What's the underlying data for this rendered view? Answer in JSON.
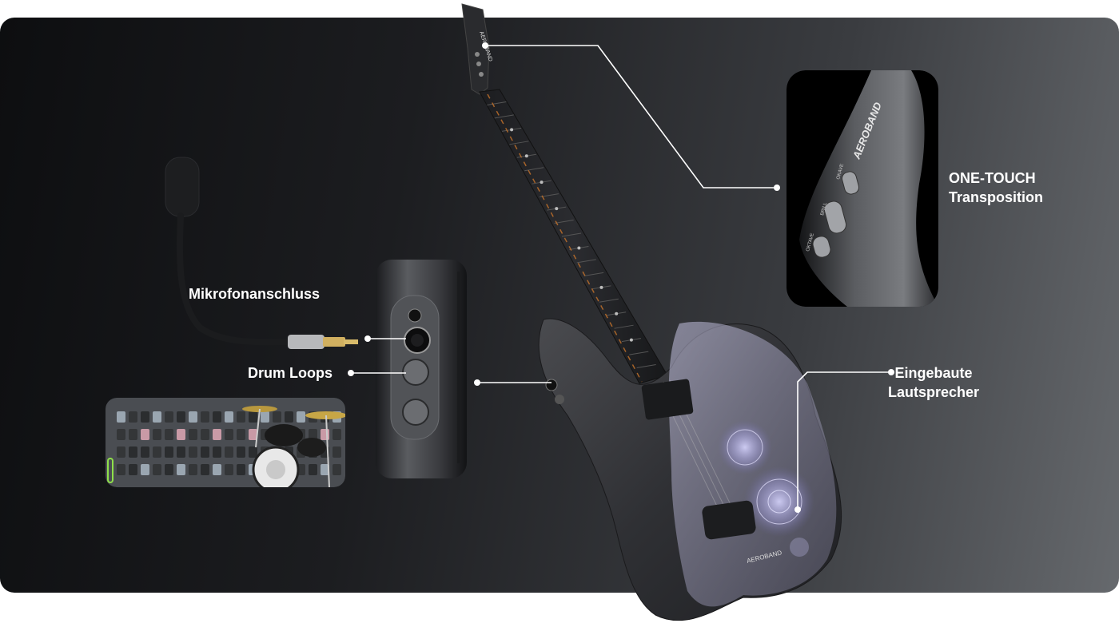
{
  "callouts": {
    "transposition": {
      "line1": "ONE-TOUCH",
      "line2": "Transposition"
    },
    "speakers": {
      "line1": "Eingebaute",
      "line2": "Lautsprecher"
    },
    "microphone": "Mikrofonanschluss",
    "drum_loops": "Drum Loops"
  },
  "brand": {
    "headstock_logo": "AEROBAND",
    "body_logo": "AEROBAND",
    "closeup_logo": "AEROBAND"
  },
  "closeup_buttons": [
    "OKAVE",
    "BRILL",
    "OKTAVE"
  ],
  "colors": {
    "panel_dark": "#0d0e10",
    "panel_light": "#66696d",
    "callout_line": "#ffffff",
    "fret_marker": "#c8742a",
    "speaker_glow": "#b9b6e8"
  }
}
